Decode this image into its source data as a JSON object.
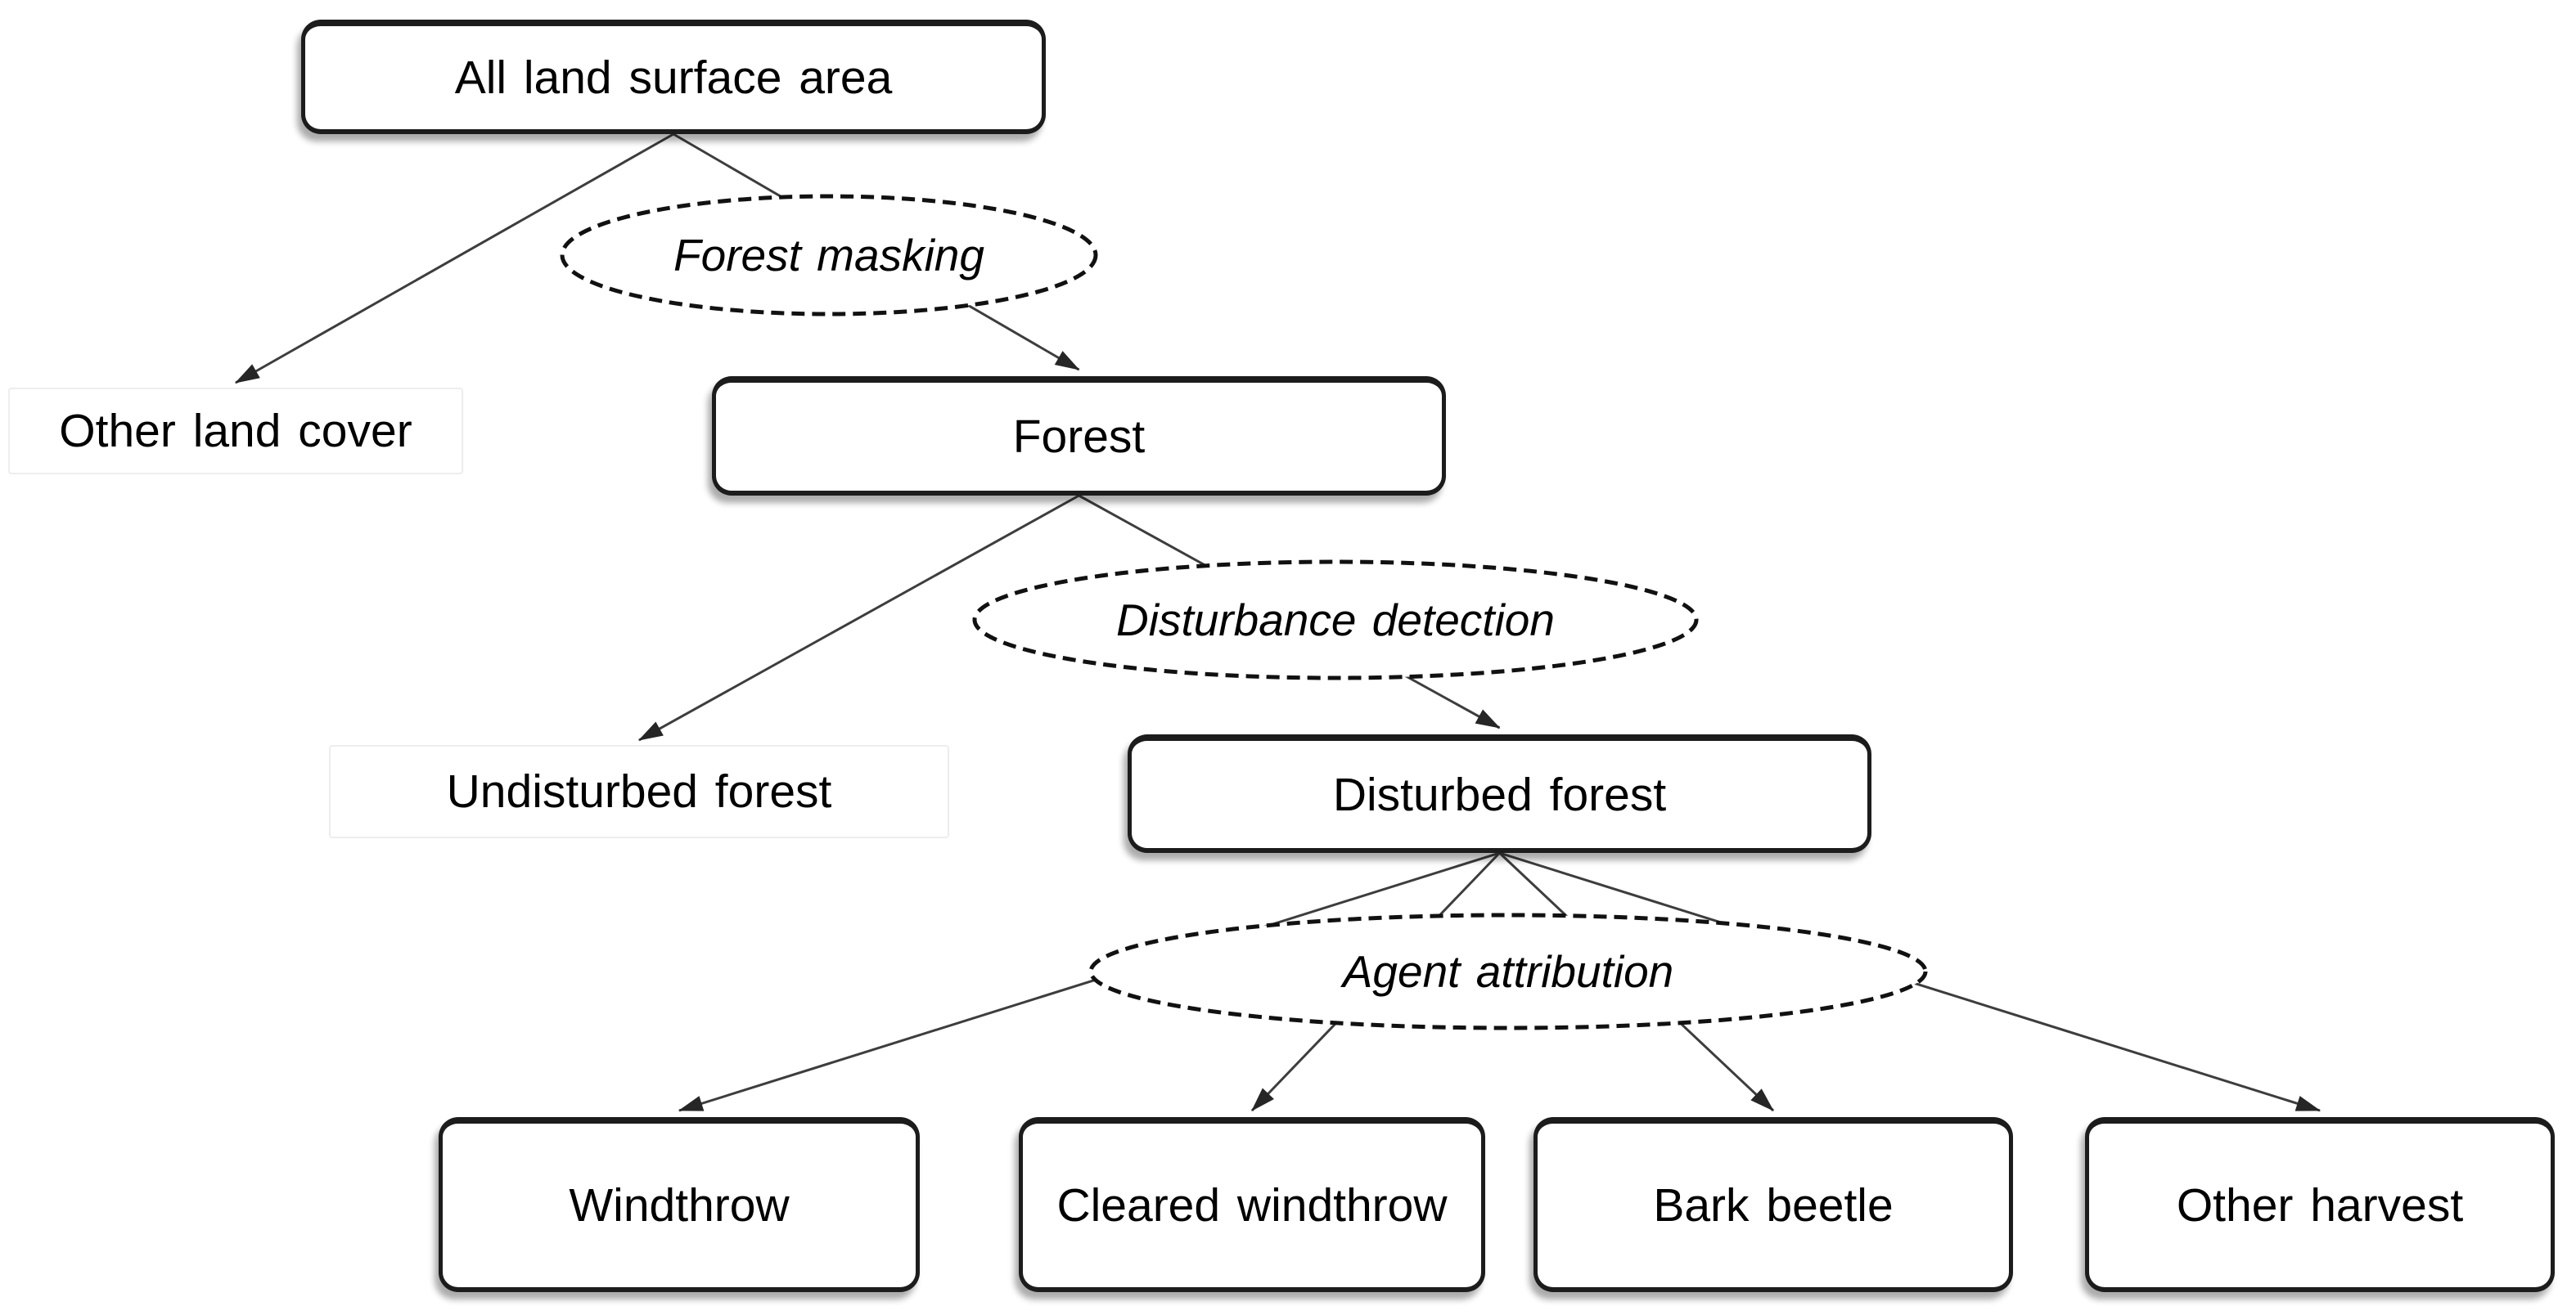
{
  "figure": {
    "background": "#ffffff",
    "nodes": [
      {
        "id": "all_land_surface",
        "label": "All land surface area",
        "shape": "box"
      },
      {
        "id": "forest_masking",
        "label": "Forest masking",
        "shape": "dashed-ellipse"
      },
      {
        "id": "other_land_cover",
        "label": "Other land cover",
        "shape": "plain-text"
      },
      {
        "id": "forest",
        "label": "Forest",
        "shape": "box"
      },
      {
        "id": "disturbance_detection",
        "label": "Disturbance detection",
        "shape": "dashed-ellipse"
      },
      {
        "id": "undisturbed_forest",
        "label": "Undisturbed forest",
        "shape": "plain-text"
      },
      {
        "id": "disturbed_forest",
        "label": "Disturbed forest",
        "shape": "box"
      },
      {
        "id": "agent_attribution",
        "label": "Agent attribution",
        "shape": "dashed-ellipse"
      },
      {
        "id": "windthrow",
        "label": "Windthrow",
        "shape": "box"
      },
      {
        "id": "cleared_windthrow",
        "label": "Cleared windthrow",
        "shape": "box"
      },
      {
        "id": "bark_beetle",
        "label": "Bark beetle",
        "shape": "box"
      },
      {
        "id": "other_harvest",
        "label": "Other harvest",
        "shape": "box"
      }
    ],
    "edges": [
      {
        "from": "all_land_surface",
        "to": "other_land_cover"
      },
      {
        "from": "all_land_surface",
        "to": "forest",
        "via": "forest_masking"
      },
      {
        "from": "forest",
        "to": "undisturbed_forest"
      },
      {
        "from": "forest",
        "to": "disturbed_forest",
        "via": "disturbance_detection"
      },
      {
        "from": "disturbed_forest",
        "to": "windthrow",
        "via": "agent_attribution"
      },
      {
        "from": "disturbed_forest",
        "to": "cleared_windthrow",
        "via": "agent_attribution"
      },
      {
        "from": "disturbed_forest",
        "to": "bark_beetle",
        "via": "agent_attribution"
      },
      {
        "from": "disturbed_forest",
        "to": "other_harvest",
        "via": "agent_attribution"
      }
    ],
    "colors": {
      "node_fill": "#ffffff",
      "node_border": "#1c1c1c",
      "ellipse_stroke": "#111111",
      "edge_line": "#3d3d3d",
      "arrowhead": "#262626",
      "text": "#000000"
    }
  }
}
